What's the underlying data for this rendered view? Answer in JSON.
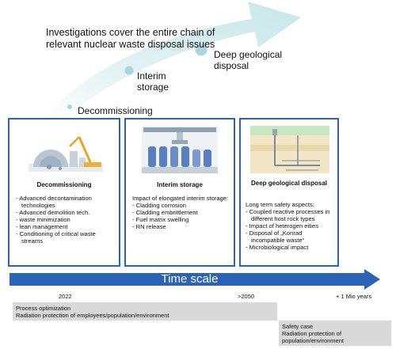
{
  "intro_text": "Investigations cover the entire chain of relevant nuclear waste disposal issues",
  "stages": {
    "decommissioning": "Decommissioning",
    "interim": "Interim storage",
    "deep": "Deep geological disposal"
  },
  "boxes": [
    {
      "title": "Decommissioning",
      "heading": "",
      "items": [
        "- Advanced decontamination technologies",
        "- Advanced demolition tech.",
        "- waste minimization",
        "- lean management",
        "- Conditioning of critical waste streams"
      ]
    },
    {
      "title": "Interim storage",
      "heading": "Impact of elongated interim storage:",
      "items": [
        "- Cladding corrosion",
        "- Cladding embrittlement",
        "- Fuel matrix swelling",
        "- RN release"
      ]
    },
    {
      "title": "Deep geological disposal",
      "heading": "Long term safety aspects:",
      "items": [
        "- Coupled reactive processes in different host rock types",
        "- Impact of heterogen eities",
        "- Disposal of „Konrad incompatible waste“",
        "- Microbiological impact"
      ]
    }
  ],
  "timeline": {
    "label": "Time scale",
    "ticks": [
      "2022",
      ">2050",
      "+ 1 Mio years"
    ]
  },
  "bottom_bars": {
    "left": [
      "Process optimization",
      "Radiation protection of employees/population/environment"
    ],
    "right": [
      "Safety case",
      "Radiation protection of population/environment"
    ]
  },
  "colors": {
    "blue": "#2b63b5",
    "arrow_light": "#d6ecef",
    "dot": "#a9d7de",
    "grey": "#d9d9d9"
  }
}
